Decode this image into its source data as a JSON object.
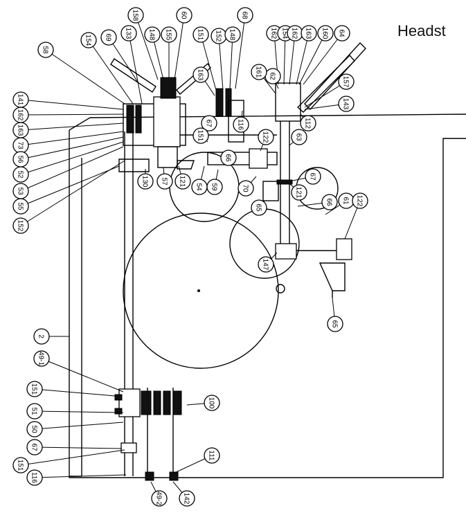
{
  "title": "Headst",
  "balloons": [
    {
      "label": "58"
    },
    {
      "label": "154"
    },
    {
      "label": "69"
    },
    {
      "label": "133"
    },
    {
      "label": "158"
    },
    {
      "label": "148"
    },
    {
      "label": "155"
    },
    {
      "label": "60"
    },
    {
      "label": "151"
    },
    {
      "label": "152"
    },
    {
      "label": "148"
    },
    {
      "label": "68"
    },
    {
      "label": "162"
    },
    {
      "label": "154"
    },
    {
      "label": "162"
    },
    {
      "label": "163"
    },
    {
      "label": "160"
    },
    {
      "label": "64"
    },
    {
      "label": "157"
    },
    {
      "label": "143"
    },
    {
      "label": "62"
    },
    {
      "label": "161"
    },
    {
      "label": "163"
    },
    {
      "label": "67"
    },
    {
      "label": "116"
    },
    {
      "label": "112"
    },
    {
      "label": "141"
    },
    {
      "label": "162"
    },
    {
      "label": "163"
    },
    {
      "label": "73"
    },
    {
      "label": "56"
    },
    {
      "label": "52"
    },
    {
      "label": "53"
    },
    {
      "label": "55"
    },
    {
      "label": "152"
    },
    {
      "label": "151"
    },
    {
      "label": "122"
    },
    {
      "label": "63"
    },
    {
      "label": "130"
    },
    {
      "label": "57"
    },
    {
      "label": "121"
    },
    {
      "label": "54"
    },
    {
      "label": "59"
    },
    {
      "label": "66"
    },
    {
      "label": "70"
    },
    {
      "label": "65"
    },
    {
      "label": "67"
    },
    {
      "label": "121"
    },
    {
      "label": "66"
    },
    {
      "label": "61"
    },
    {
      "label": "122"
    },
    {
      "label": "147"
    },
    {
      "label": "65"
    },
    {
      "label": "2"
    },
    {
      "label": "49-1"
    },
    {
      "label": "151"
    },
    {
      "label": "51"
    },
    {
      "label": "50"
    },
    {
      "label": "67"
    },
    {
      "label": "151"
    },
    {
      "label": "116"
    },
    {
      "label": "100"
    },
    {
      "label": "111"
    },
    {
      "label": "49-2"
    },
    {
      "label": "142"
    }
  ]
}
